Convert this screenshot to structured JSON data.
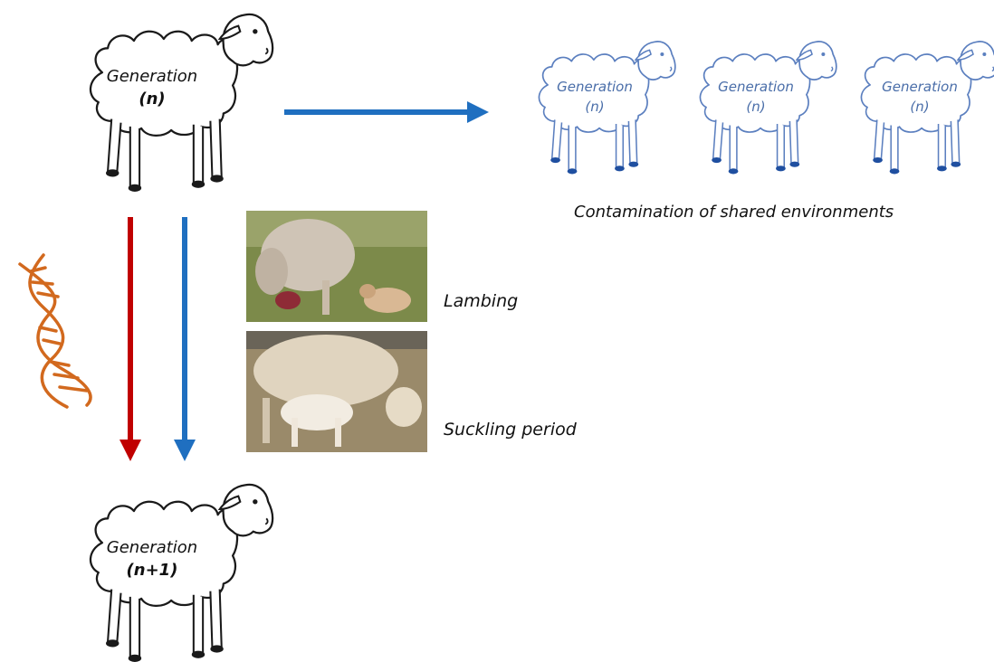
{
  "colors": {
    "outline_dark": "#1a1a1a",
    "outline_blue": "#5b7fbf",
    "hoof_blue": "#1f4fa0",
    "arrow_red": "#c00000",
    "arrow_blue": "#1f6fc0",
    "dna_orange": "#d2691e",
    "text_dark": "#111111",
    "text_blue": "#4a6ea9"
  },
  "parent": {
    "label": "Generation",
    "sub": "(n)"
  },
  "offspring": {
    "label": "Generation",
    "sub": "(n+1)"
  },
  "flock": [
    {
      "label": "Generation",
      "sub": "(n)"
    },
    {
      "label": "Generation",
      "sub": "(n)"
    },
    {
      "label": "Generation",
      "sub": "(n)"
    }
  ],
  "flock_caption": "Contamination of shared environments",
  "photos": [
    {
      "caption": "Lambing",
      "icon": "photo-ewe-lambing"
    },
    {
      "caption": "Suckling period",
      "icon": "photo-lamb-suckling"
    }
  ],
  "arrows": {
    "genetic": "red-vertical-arrow",
    "horizontal": "blue-horizontal-arrow",
    "vertical": "blue-vertical-arrow"
  },
  "dna_icon": "dna-helix-icon"
}
